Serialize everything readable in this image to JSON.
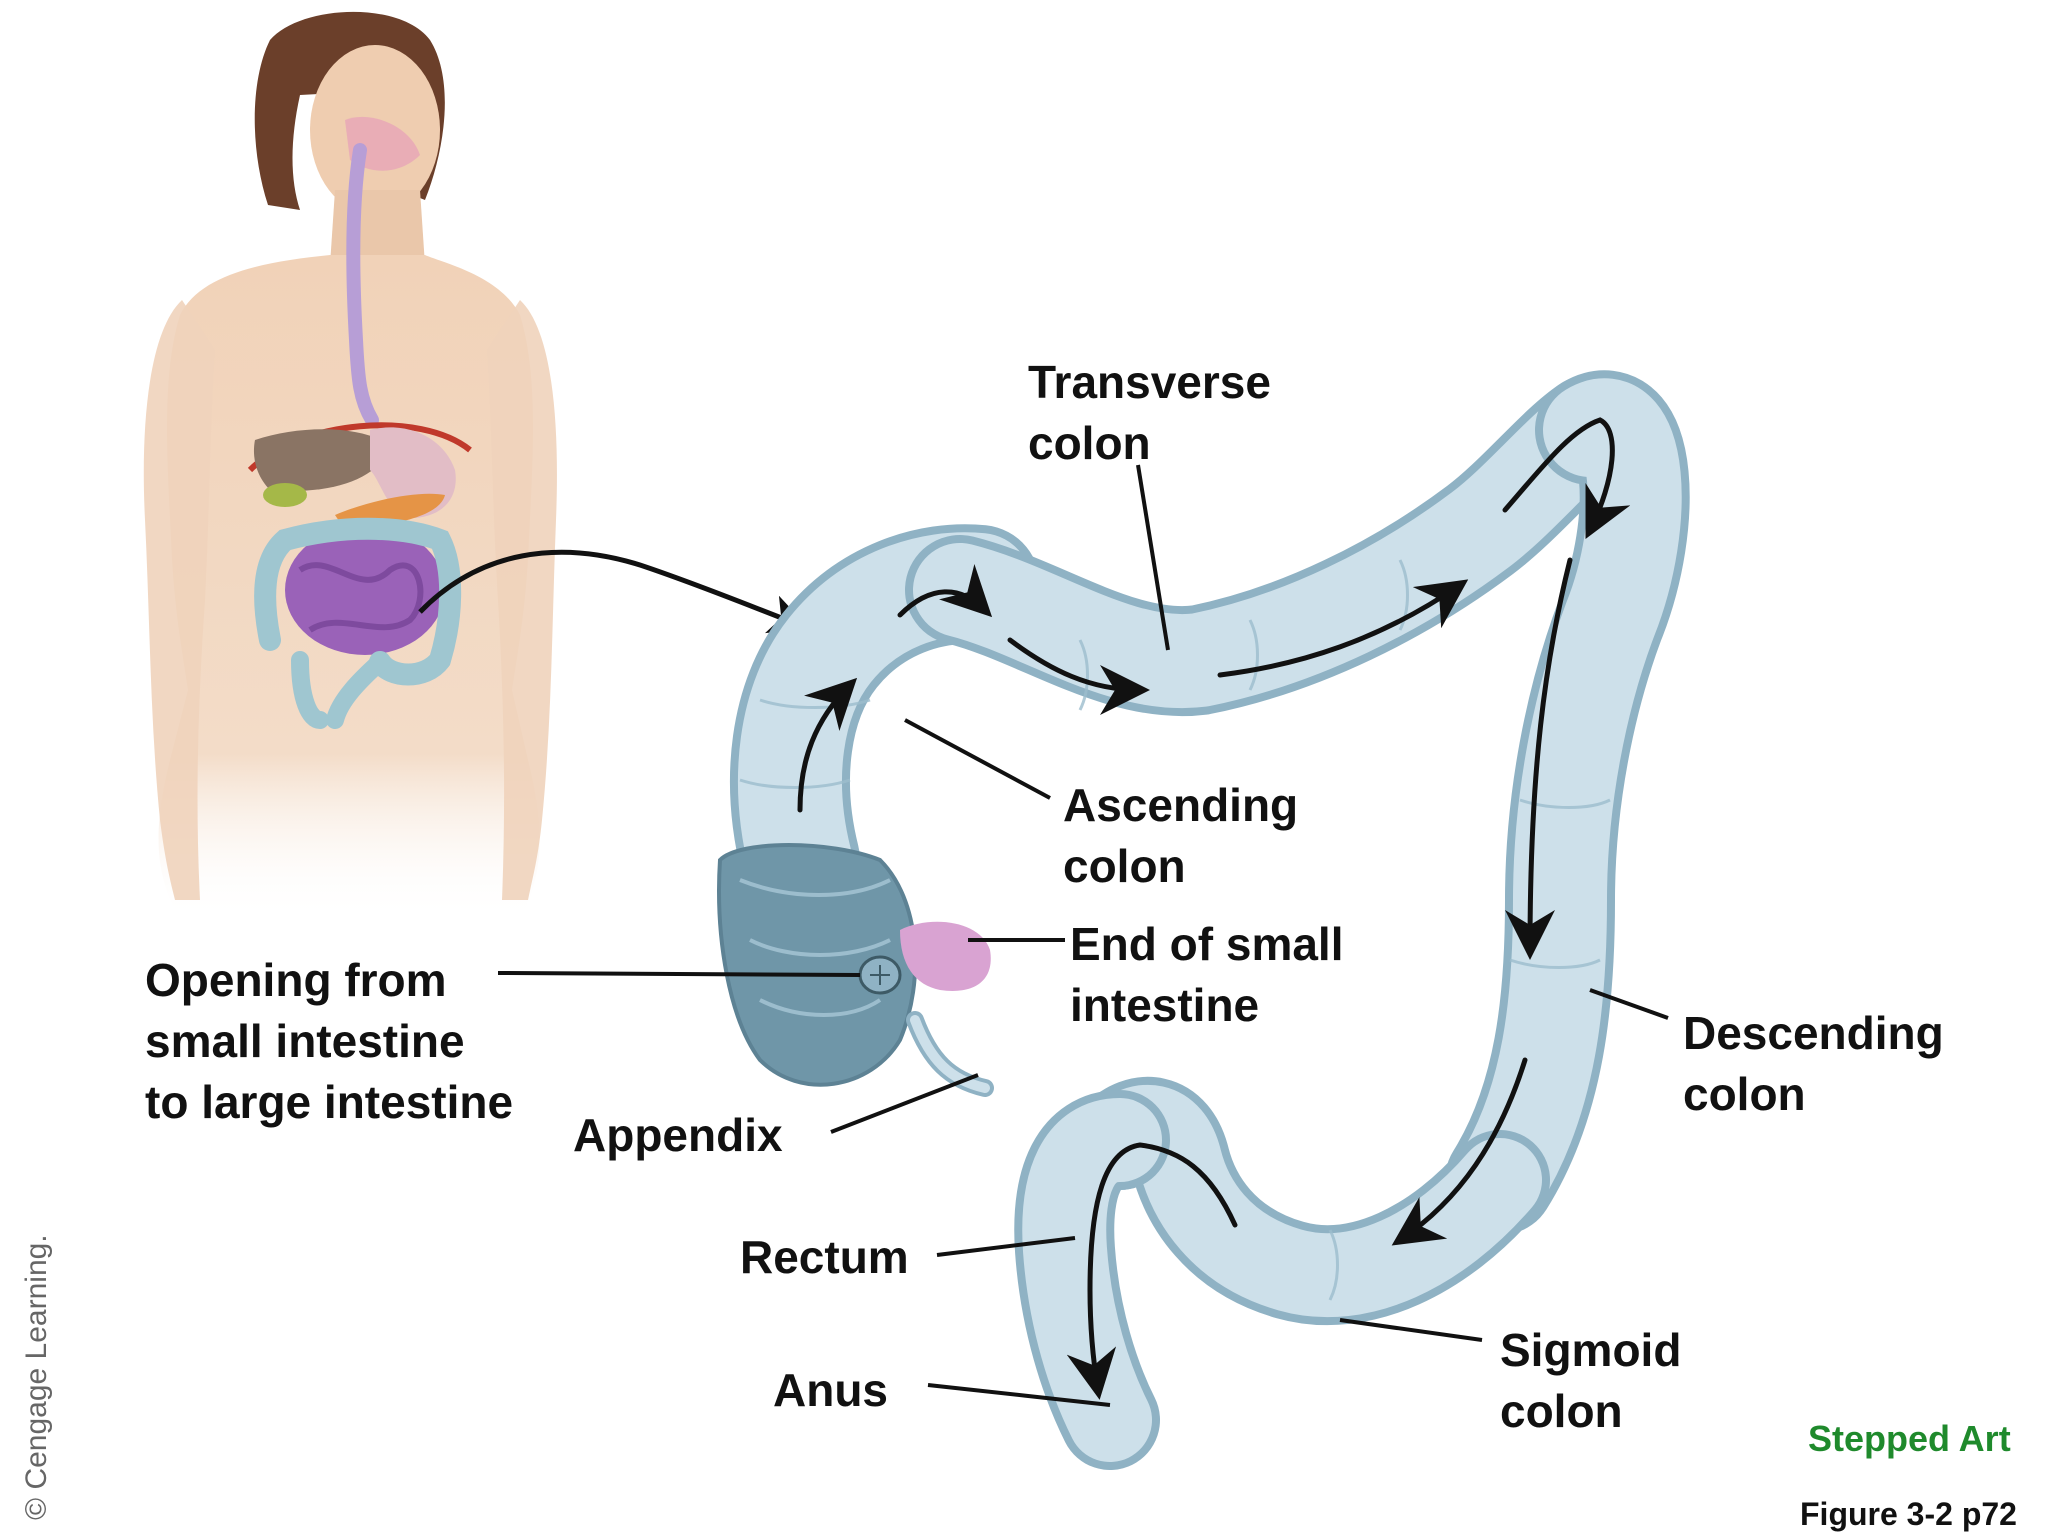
{
  "labels": {
    "transverse": [
      "Transverse",
      "colon"
    ],
    "ascending": [
      "Ascending",
      "colon"
    ],
    "end_small_intestine": [
      "End of small",
      "intestine"
    ],
    "opening": [
      "Opening from",
      "small intestine",
      "to large intestine"
    ],
    "descending": [
      "Descending",
      "colon"
    ],
    "appendix": [
      "Appendix"
    ],
    "rectum": [
      "Rectum"
    ],
    "anus": [
      "Anus"
    ],
    "sigmoid": [
      "Sigmoid",
      "colon"
    ]
  },
  "footer": {
    "stepped_art": "Stepped Art",
    "figure": "Figure 3-2 p72",
    "copyright": "© Cengage Learning."
  },
  "colors": {
    "label_text": "#111111",
    "stepped_art": "#1f8a2c",
    "colon_fill": "#cde0ea",
    "colon_outline": "#8fb2c4",
    "arrow": "#111111"
  }
}
